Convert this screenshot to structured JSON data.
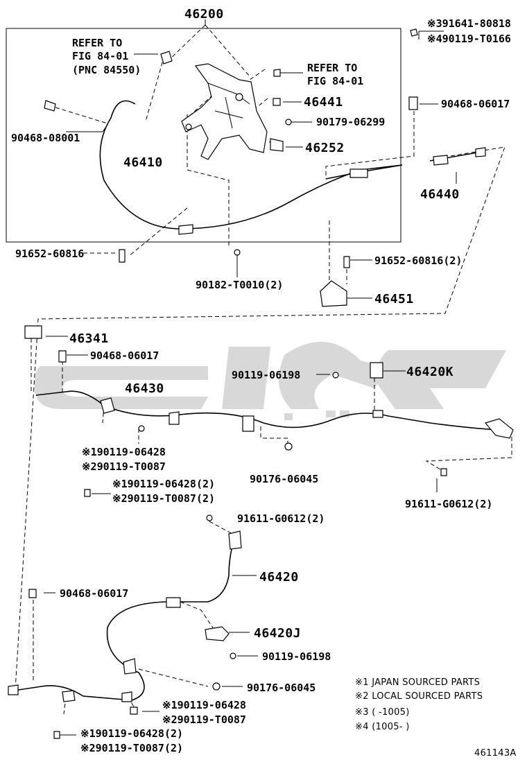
{
  "labels": {
    "p46200": "46200",
    "refer1_l1": "REFER TO",
    "refer1_l2": "FIG 84-01",
    "refer1_l3": "(PNC 84550)",
    "refer2_l1": "REFER TO",
    "refer2_l2": "FIG 84-01",
    "p91641": "※391641-80818",
    "p90119_t0166": "※490119-T0166",
    "p46441": "46441",
    "p90468_06017_a": "90468-06017",
    "p90179": "90179-06299",
    "p90468_08001": "90468-08001",
    "p46252": "46252",
    "p46410": "46410",
    "p46440": "46440",
    "p91652_a": "91652-60816",
    "p91652_b": "91652-60816(2)",
    "p90182": "90182-T0010(2)",
    "p46451": "46451",
    "p46341": "46341",
    "p90468_06017_b": "90468-06017",
    "p90119_06198_a": "90119-06198",
    "p46420K": "46420K",
    "p46430": "46430",
    "n1_06428_a": "※190119-06428",
    "n2_t0087_a": "※290119-T0087",
    "n1_06428_b": "※190119-06428(2)",
    "n2_t0087_b": "※290119-T0087(2)",
    "p90176_a": "90176-06045",
    "p91611_a": "91611-G0612(2)",
    "p91611_b": "91611-G0612(2)",
    "p46420": "46420",
    "p90468_06017_c": "90468-06017",
    "p46420J": "46420J",
    "p90119_06198_b": "90119-06198",
    "p90176_b": "90176-06045",
    "n1_06428_c": "※190119-06428",
    "n2_t0087_c": "※290119-T0087",
    "n1_06428_d": "※190119-06428(2)",
    "n2_t0087_d": "※290119-T0087(2)"
  },
  "legend": {
    "note1": "※1 JAPAN SOURCED PARTS",
    "note2": "※2 LOCAL SOURCED PARTS",
    "note3": "※3 (    -1005)",
    "note4": "※4 (1005-    )"
  },
  "figure_id": "461143A"
}
